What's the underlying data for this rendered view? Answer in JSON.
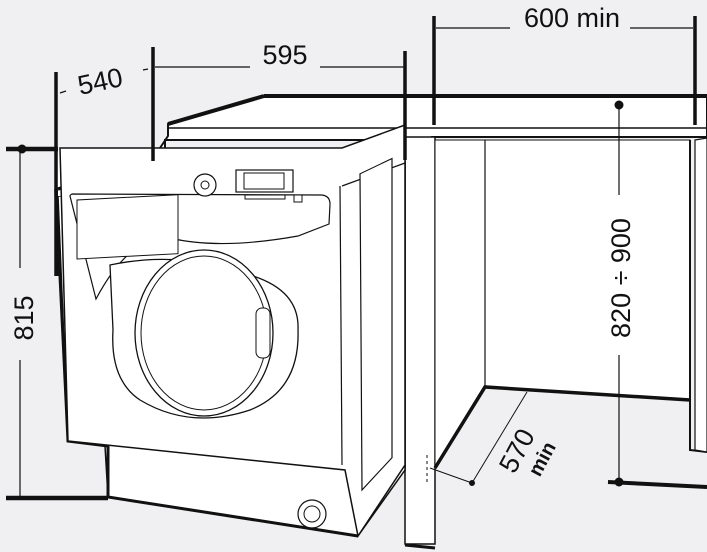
{
  "title": "Built-in washing machine installation dimensions",
  "dimensions": {
    "depth": "540",
    "width": "595",
    "niche_width": "600 min",
    "height": "815",
    "counter_height": "820 ÷ 900",
    "niche_depth": "570",
    "niche_depth_unit": "min"
  },
  "colors": {
    "background": "#f0f0f2",
    "line": "#111111",
    "fill": "#ffffff"
  }
}
